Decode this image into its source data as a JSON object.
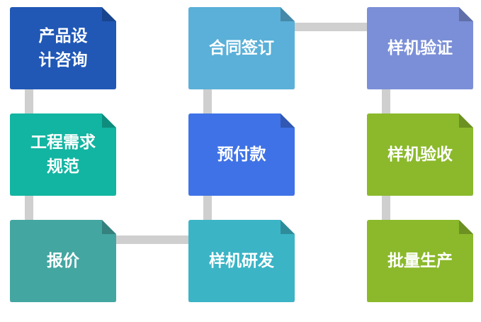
{
  "steps": [
    {
      "id": "product-design-consult",
      "label": "产品设\n计咨询",
      "color": "#2158b6"
    },
    {
      "id": "engineering-requirements",
      "label": "工程需求\n规范",
      "color": "#12b5a1"
    },
    {
      "id": "quotation",
      "label": "报价",
      "color": "#43a6a1"
    },
    {
      "id": "contract-signing",
      "label": "合同签订",
      "color": "#5ab0d8"
    },
    {
      "id": "prepayment",
      "label": "预付款",
      "color": "#3f72e6"
    },
    {
      "id": "sample-development",
      "label": "样机研发",
      "color": "#3bb4c6"
    },
    {
      "id": "sample-verification",
      "label": "样机验证",
      "color": "#7b8fd8"
    },
    {
      "id": "sample-acceptance",
      "label": "样机验收",
      "color": "#8bb92b"
    },
    {
      "id": "mass-production",
      "label": "批量生产",
      "color": "#8bb92b"
    }
  ],
  "connector_color": "#cfcfcf"
}
